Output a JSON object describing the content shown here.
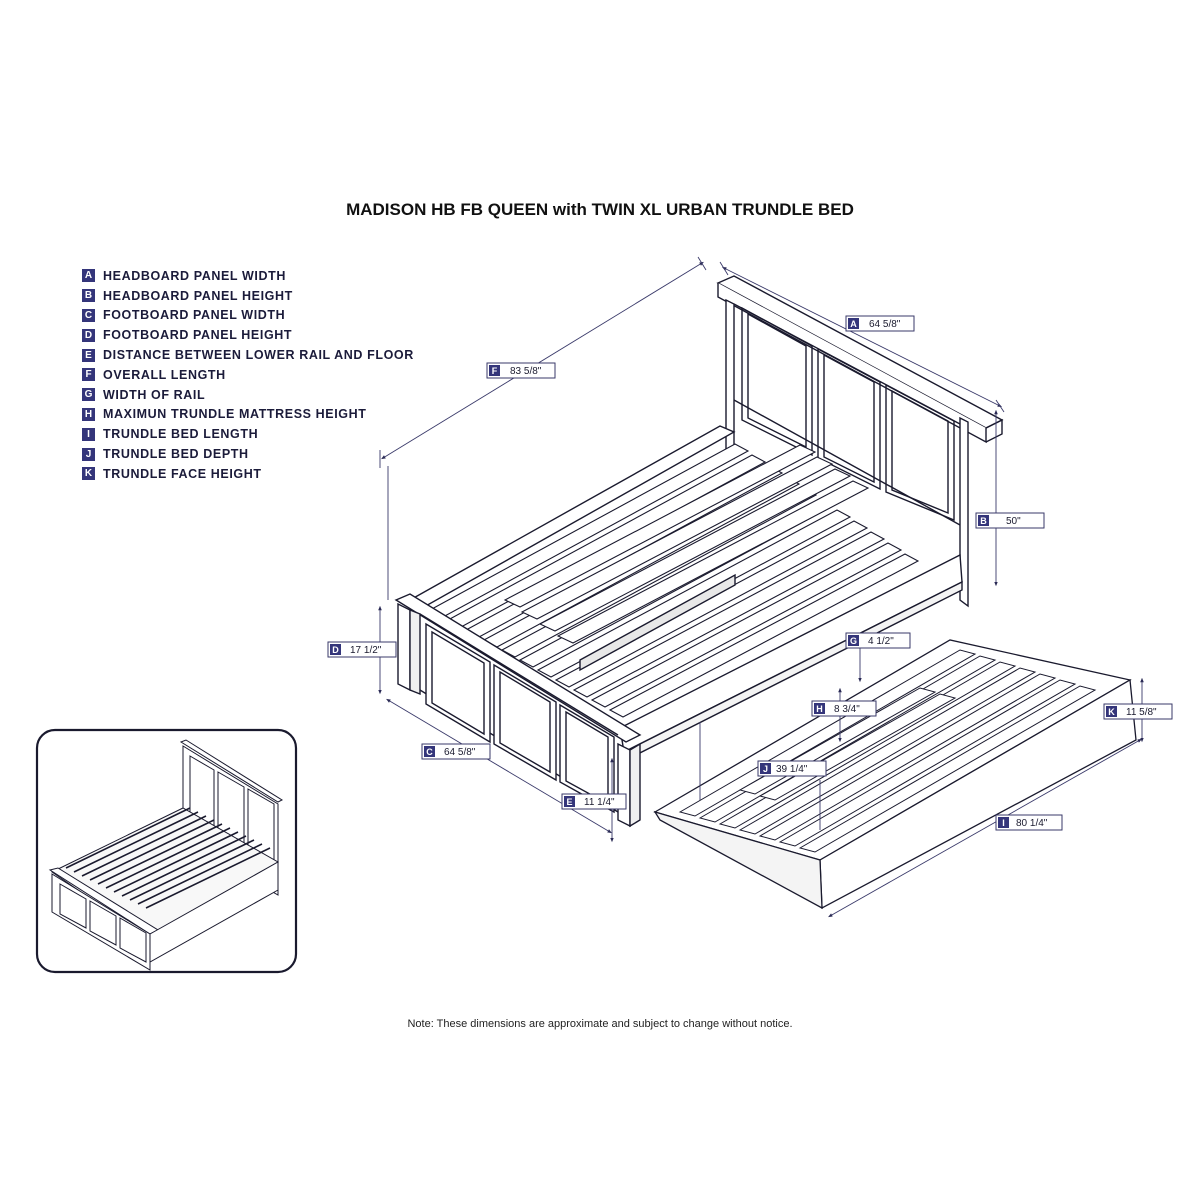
{
  "title": "MADISON HB FB QUEEN with TWIN XL URBAN TRUNDLE BED",
  "legend": [
    {
      "letter": "A",
      "label": "HEADBOARD PANEL WIDTH"
    },
    {
      "letter": "B",
      "label": "HEADBOARD PANEL HEIGHT"
    },
    {
      "letter": "C",
      "label": "FOOTBOARD PANEL WIDTH"
    },
    {
      "letter": "D",
      "label": "FOOTBOARD PANEL HEIGHT"
    },
    {
      "letter": "E",
      "label": "DISTANCE BETWEEN LOWER RAIL AND FLOOR"
    },
    {
      "letter": "F",
      "label": "OVERALL LENGTH"
    },
    {
      "letter": "G",
      "label": "WIDTH OF RAIL"
    },
    {
      "letter": "H",
      "label": "MAXIMUN TRUNDLE MATTRESS HEIGHT"
    },
    {
      "letter": "I",
      "label": "TRUNDLE BED LENGTH"
    },
    {
      "letter": "J",
      "label": "TRUNDLE BED DEPTH"
    },
    {
      "letter": "K",
      "label": "TRUNDLE FACE HEIGHT"
    }
  ],
  "dimensions": {
    "A": {
      "letter": "A",
      "value": "64 5/8\""
    },
    "B": {
      "letter": "B",
      "value": "50\""
    },
    "C": {
      "letter": "C",
      "value": "64 5/8\""
    },
    "D": {
      "letter": "D",
      "value": "17 1/2\""
    },
    "E": {
      "letter": "E",
      "value": "11 1/4\""
    },
    "F": {
      "letter": "F",
      "value": "83 5/8\""
    },
    "G": {
      "letter": "G",
      "value": "4 1/2\""
    },
    "H": {
      "letter": "H",
      "value": "8 3/4\""
    },
    "I": {
      "letter": "I",
      "value": "80 1/4\""
    },
    "J": {
      "letter": "J",
      "value": "39 1/4\""
    },
    "K": {
      "letter": "K",
      "value": "11 5/8\""
    }
  },
  "note": "Note: These dimensions are approximate and subject to change without notice.",
  "colors": {
    "tag": "#34357a",
    "line": "#1a1a2e",
    "dim": "#3a3a6a"
  }
}
